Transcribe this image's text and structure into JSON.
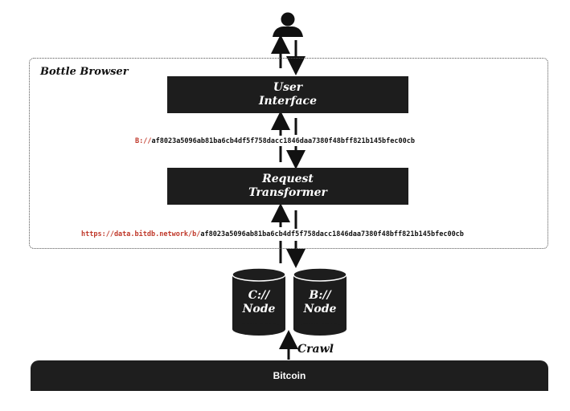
{
  "frame": {
    "title": "Bottle Browser"
  },
  "boxes": {
    "ui": {
      "line1": "User",
      "line2": "Interface"
    },
    "rt": {
      "line1": "Request",
      "line2": "Transformer"
    }
  },
  "urls": {
    "b_url": {
      "prefix": "B://",
      "hash": "af8023a5096ab81ba6cb4df5f758dacc1846daa7380f48bff821b145bfec00cb"
    },
    "https_url": {
      "prefix": "https://data.bitdb.network/b/",
      "hash": "af8023a5096ab81ba6cb4df5f758dacc1846daa7380f48bff821b145bfec00cb"
    }
  },
  "nodes": {
    "c": {
      "line1": "C://",
      "line2": "Node"
    },
    "b": {
      "line1": "B://",
      "line2": "Node"
    }
  },
  "crawl": "Crawl",
  "bitcoin": "Bitcoin",
  "icons": {
    "user": "user-silhouette-icon"
  }
}
